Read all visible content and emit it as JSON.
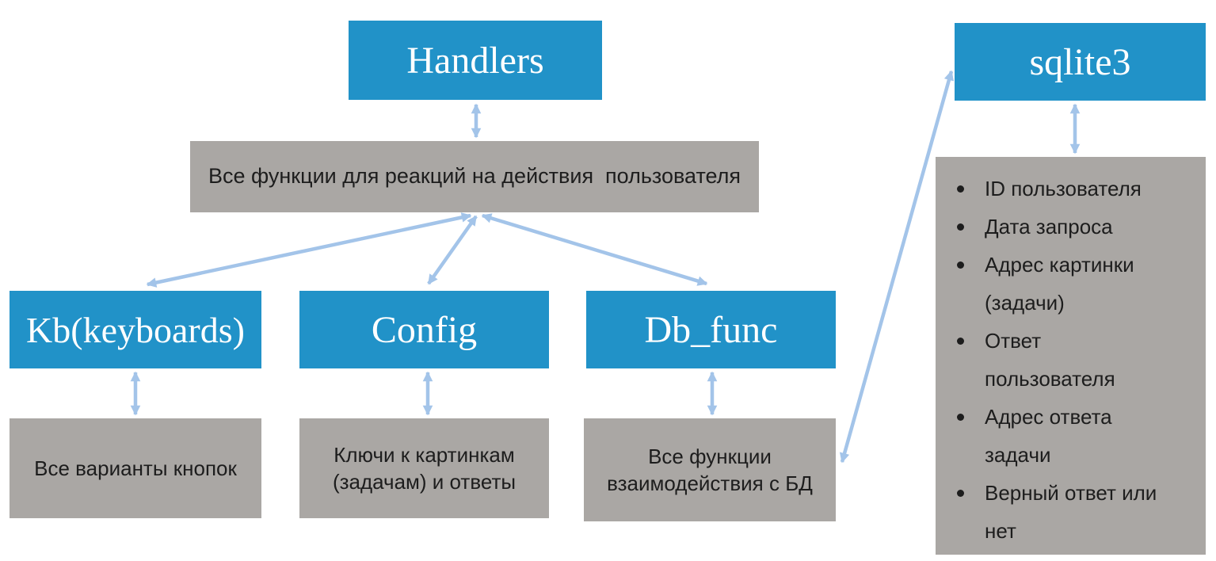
{
  "nodes": {
    "handlers": "Handlers",
    "kb": "Kb(keyboards)",
    "config": "Config",
    "db_func": "Db_func",
    "sqlite3": "sqlite3"
  },
  "descriptions": {
    "handlers": "Все функции для реакций на действия  пользователя",
    "kb": "Все варианты кнопок",
    "config": "Ключи к картинкам\n(задачам) и ответы",
    "db_func": "Все функции\nвзаимодействия с БД"
  },
  "sqlite3_fields": [
    "ID пользователя",
    "Дата запроса",
    "Адрес картинки\n(задачи)",
    "Ответ\nпользователя",
    "Адрес ответа\nзадачи",
    "Верный ответ или\nнет"
  ],
  "colors": {
    "node_fill": "#2192c8",
    "node_text": "#ffffff",
    "desc_fill": "#aaa7a4",
    "desc_text": "#1d1d1d",
    "arrow": "#a3c4e9",
    "background": "#ffffff"
  }
}
